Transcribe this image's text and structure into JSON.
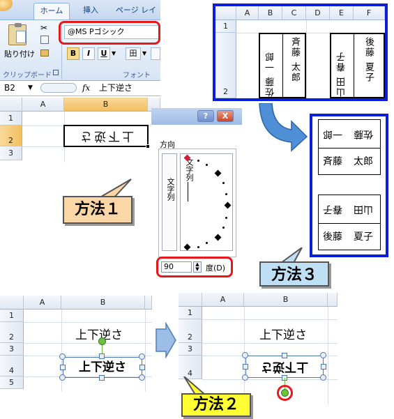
{
  "ribbon": {
    "tab_home": "ホーム",
    "tab_insert": "挿入",
    "tab_page": "ページ レイ",
    "paste_label": "貼り付け",
    "clipboard_group": "クリップボード",
    "font_group": "フォント",
    "font_name": "@MS Pゴシック",
    "bold": "B",
    "italic": "I",
    "underline": "U",
    "border_glyph": "田"
  },
  "formula_bar": {
    "cell_ref": "B2",
    "fx": "fx",
    "content": "上下逆さ"
  },
  "sheet1": {
    "col_a": "A",
    "col_b": "B",
    "rows": [
      "1",
      "2",
      "3"
    ],
    "rotated_text": "上下逆さ"
  },
  "callouts": {
    "method1": "方法１",
    "method2": "方法２",
    "method3": "方法３"
  },
  "top_sheet": {
    "cols": [
      "A",
      "B",
      "C",
      "D",
      "E",
      "F"
    ],
    "rows": [
      "1",
      "2"
    ],
    "names": [
      "佐藤 一郎",
      "斉藤 太郎",
      "山田 春子",
      "後藤 夏子"
    ]
  },
  "result": {
    "rows": [
      {
        "left": "一郎",
        "right": "佐藤",
        "left_flipped": true,
        "right_flipped": true
      },
      {
        "left": "斉藤",
        "right": "太郎",
        "left_flipped": false,
        "right_flipped": false
      },
      {
        "left": "春子",
        "right": "山田",
        "left_flipped": true,
        "right_flipped": true
      },
      {
        "left": "後藤",
        "right": "夏子",
        "left_flipped": false,
        "right_flipped": false
      }
    ]
  },
  "dialog": {
    "help": "?",
    "close": "X",
    "direction_label": "方向",
    "vertical_text": "文字列",
    "rotated_label": "文字列",
    "degrees_value": "90",
    "degrees_label": "度(D)"
  },
  "sheet2": {
    "col_a": "A",
    "col_b": "B",
    "rows": [
      "1",
      "2",
      "3",
      "4",
      "5"
    ],
    "cell_text": "上下逆さ",
    "shape_text": "上下逆さ"
  },
  "sheet3": {
    "col_a": "A",
    "col_b": "B",
    "rows": [
      "1",
      "2",
      "3",
      "4"
    ],
    "cell_text": "上下逆さ",
    "shape_text": "上下逆さ"
  },
  "colors": {
    "highlight_red": "#e5181c",
    "frame_blue": "#0a1fd6",
    "callout_orange": "#fbd7a8",
    "callout_blue": "#bfe0f4",
    "callout_yellow": "#ffff33",
    "arrow_blue": "#4f8fd6"
  },
  "icons": [
    "paste-icon",
    "scissors-icon",
    "copy-icon",
    "format-painter-icon",
    "fx-icon",
    "curved-arrow-icon",
    "right-arrow-icon",
    "rotation-handle-icon"
  ]
}
